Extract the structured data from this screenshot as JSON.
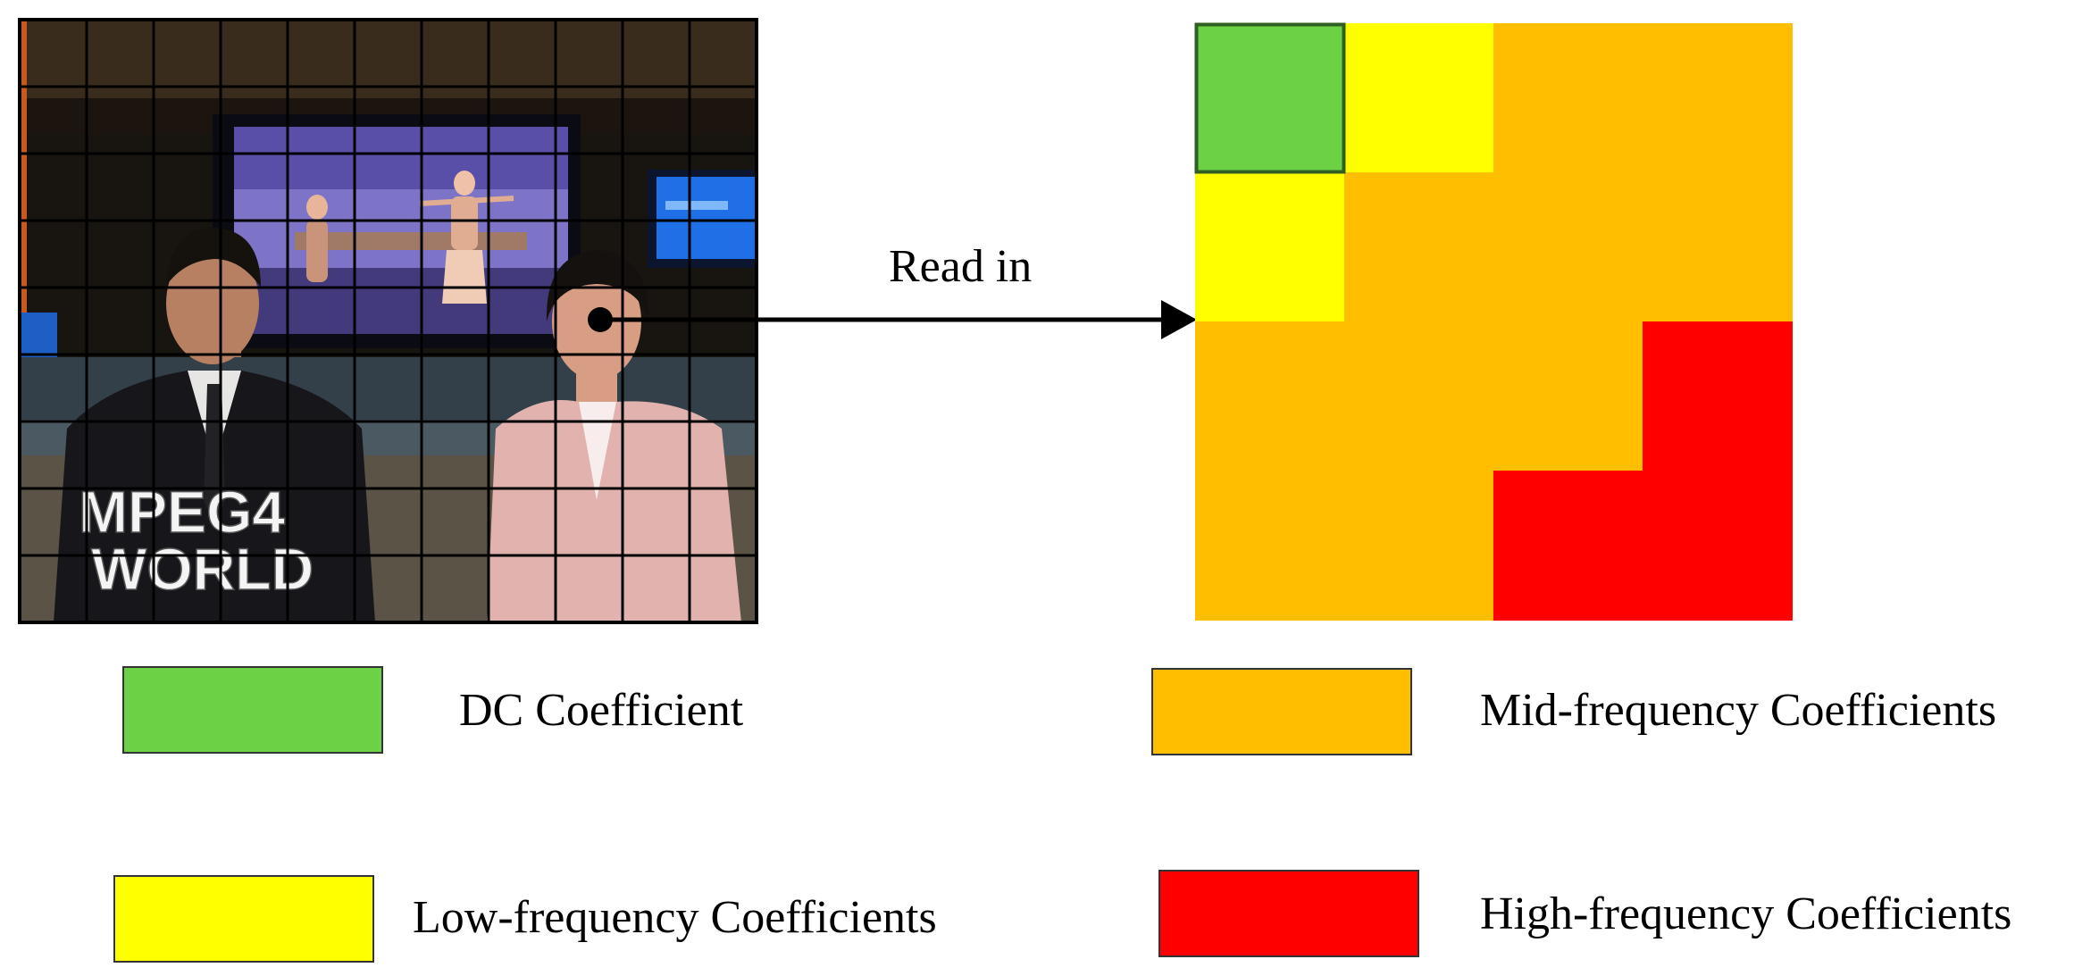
{
  "photo": {
    "content": "news anchors in studio",
    "grid": {
      "rows": 9,
      "cols": 11
    },
    "overlay_text": [
      "MPEG4",
      "WORLD"
    ]
  },
  "arrow": {
    "label": "Read in"
  },
  "coefficient_block": {
    "grid": {
      "rows": 4,
      "cols": 4
    },
    "cells": [
      [
        "dc",
        "low",
        "mid",
        "mid"
      ],
      [
        "low",
        "mid",
        "mid",
        "mid"
      ],
      [
        "mid",
        "mid",
        "mid",
        "high"
      ],
      [
        "mid",
        "mid",
        "high",
        "high"
      ]
    ]
  },
  "colors": {
    "dc": "#6cd145",
    "low": "#ffff00",
    "mid": "#ffbf00",
    "high": "#ff0000"
  },
  "legend": [
    {
      "key": "dc",
      "label": "DC Coefficient"
    },
    {
      "key": "mid",
      "label": "Mid-frequency Coefficients"
    },
    {
      "key": "low",
      "label": "Low-frequency Coefficients"
    },
    {
      "key": "high",
      "label": "High-frequency Coefficients"
    }
  ]
}
